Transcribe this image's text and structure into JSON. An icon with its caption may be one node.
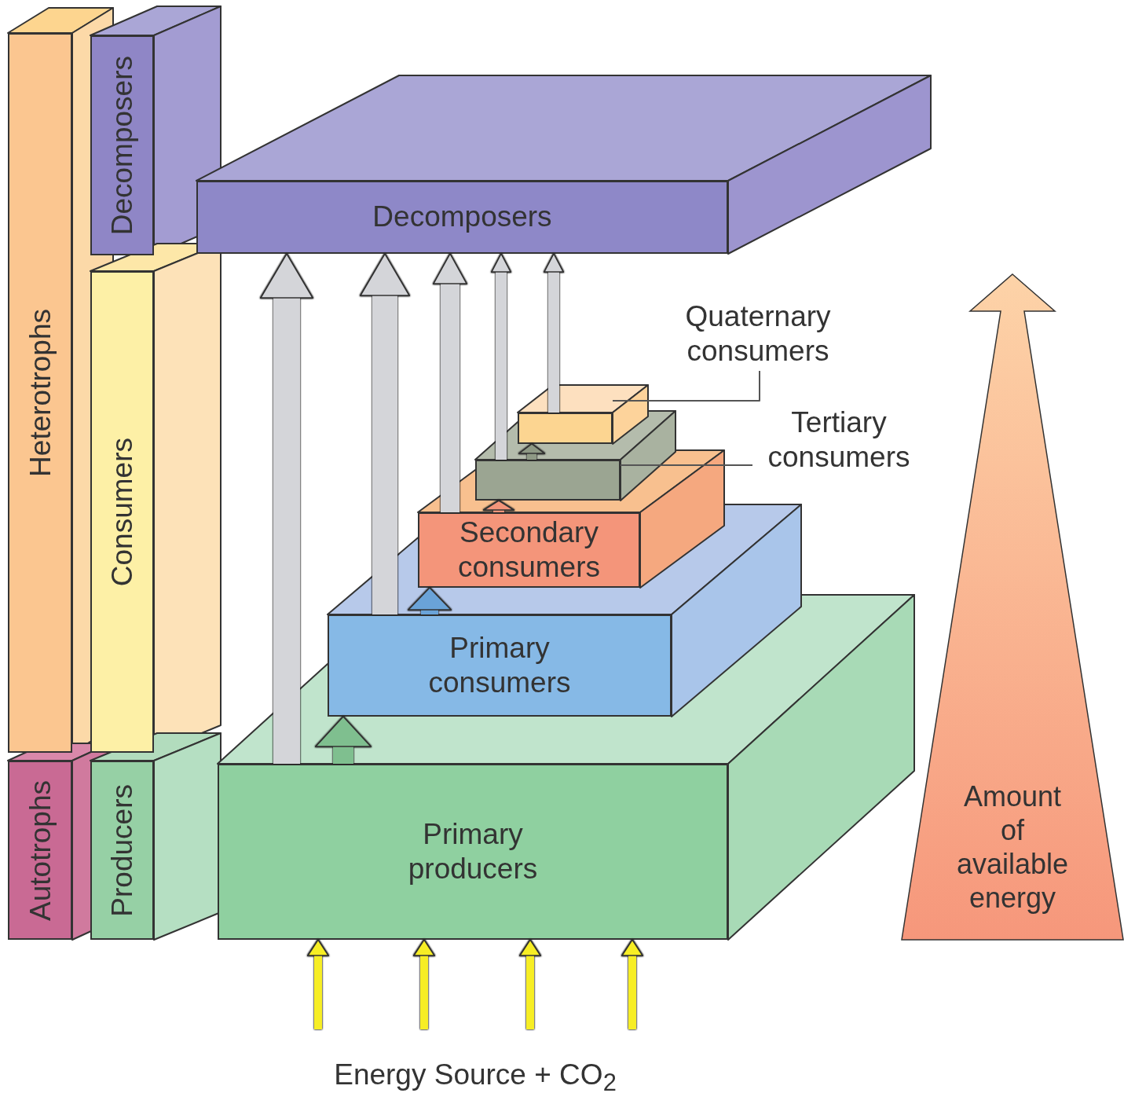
{
  "diagram": {
    "nodes": [
      {
        "text": [
          "Heterotrophs"
        ]
      },
      {
        "text": [
          "Autotrophs"
        ]
      },
      {
        "text": [
          "Decomposers"
        ]
      },
      {
        "text": [
          "Consumers"
        ]
      },
      {
        "text": [
          "Producers"
        ]
      },
      {
        "text": [
          "Decomposers"
        ]
      },
      {
        "text": [
          "Primary producers"
        ]
      },
      {
        "text": [
          "Primary consumers"
        ]
      },
      {
        "text": [
          "Secondary consumers"
        ]
      },
      {
        "text": [],
        "shape": "box"
      },
      {
        "text": [],
        "shape": "box"
      },
      {
        "text": [
          "Quaternary consumers"
        ]
      },
      {
        "text": [
          "Tertiary consumers"
        ]
      },
      {
        "text": [
          "Amount of available energy"
        ]
      },
      {
        "text": [
          "Energy Source + CO$_{2}$"
        ]
      }
    ],
    "edges": [
      {
        "from": 6,
        "to": 5,
        "arrow": "to"
      },
      {
        "from": 7,
        "to": 5,
        "arrow": "to"
      },
      {
        "from": 8,
        "to": 5,
        "arrow": "to"
      },
      {
        "from": 10,
        "to": 5,
        "arrow": "to"
      },
      {
        "from": 9,
        "to": 5,
        "arrow": "to"
      },
      {
        "from": 6,
        "to": 7,
        "arrow": "to",
        "color": "#7fbf8f"
      },
      {
        "from": 7,
        "to": 8,
        "arrow": "to",
        "color": "#6aa3d8"
      },
      {
        "from": 8,
        "to": 10,
        "arrow": "to",
        "color": "#f4957a"
      },
      {
        "from": 10,
        "to": 9,
        "arrow": "to",
        "color": "#8e9985"
      },
      {
        "from": 14,
        "to": 6,
        "arrow": "to",
        "color": "#f7ee25"
      },
      {
        "from": 14,
        "to": 6,
        "arrow": "to",
        "color": "#f7ee25"
      },
      {
        "from": 14,
        "to": 6,
        "arrow": "to",
        "color": "#f7ee25"
      },
      {
        "from": 14,
        "to": 6,
        "arrow": "to",
        "color": "#f7ee25"
      },
      {
        "from": 11,
        "to": 9,
        "arrow": "none",
        "color": "#555555"
      },
      {
        "from": 12,
        "to": 10,
        "arrow": "none",
        "color": "#555555"
      }
    ]
  }
}
